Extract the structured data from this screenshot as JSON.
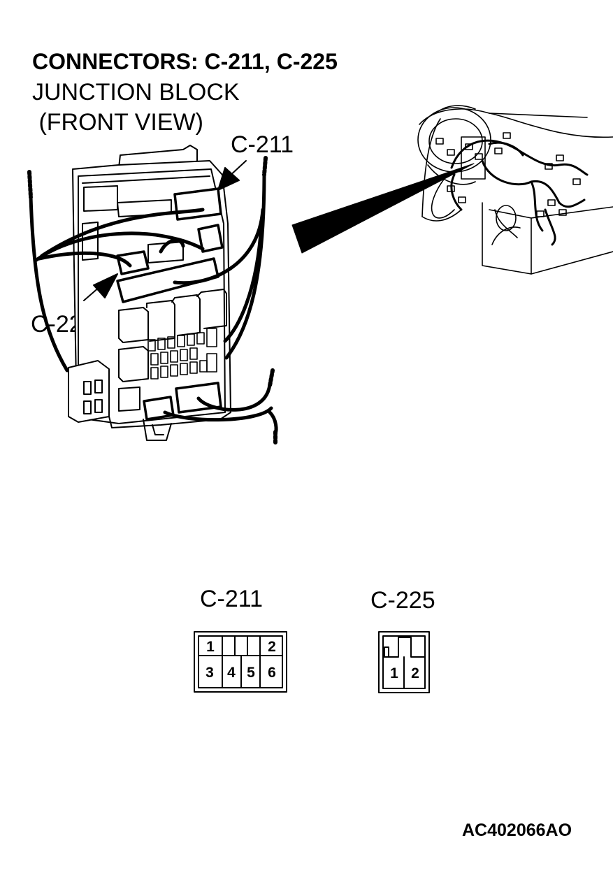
{
  "title": "CONNECTORS: C-211, C-225",
  "subtitle_line1": "JUNCTION BLOCK",
  "subtitle_line2": " (FRONT VIEW)",
  "callouts": {
    "c211": "C-211",
    "c225": "C-225"
  },
  "faces": {
    "c211": {
      "label": "C-211",
      "pins": [
        "1",
        "2",
        "3",
        "4",
        "5",
        "6"
      ]
    },
    "c225": {
      "label": "C-225",
      "pins": [
        "1",
        "2"
      ]
    }
  },
  "doc_id": "AC402066AO",
  "colors": {
    "line": "#000000",
    "background": "#ffffff"
  }
}
